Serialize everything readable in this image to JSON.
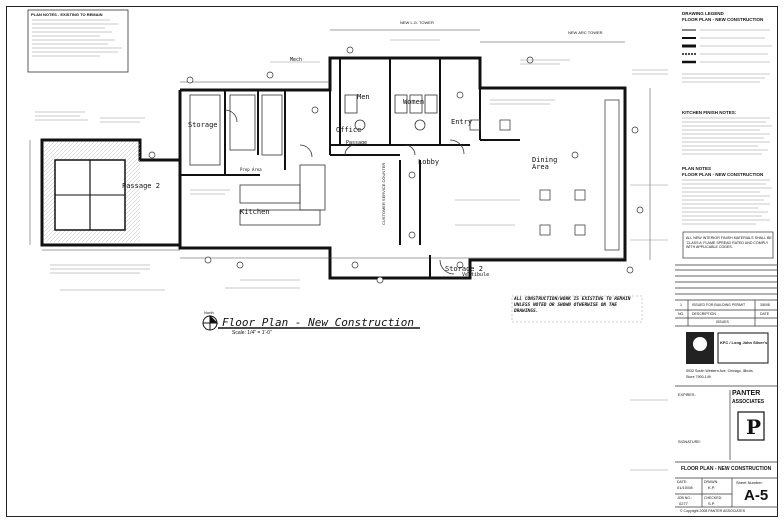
{
  "plan_notes": {
    "heading": "PLAN NOTES - EXISTING TO REMAIN"
  },
  "rooms": {
    "men": "Men",
    "women": "Women",
    "office": "Office",
    "passage_top": "Passage",
    "passage_2": "Passage 2",
    "storage": "Storage",
    "kitchen": "Kitchen",
    "lobby": "Lobby",
    "dining": "Dining",
    "dining_2": "Area",
    "entry": "Entry",
    "storage_2": "Storage 2",
    "vestibule": "Vestibule",
    "mech": "Mech",
    "prep_area": "Prep Area"
  },
  "labels": {
    "new_lg_tower": "NEW L.G. TOWER",
    "new_arc_tower": "NEW ARC TOWER",
    "customer_service_counter": "CUSTOMER SERVICE COUNTER",
    "north": "North"
  },
  "title": {
    "main": "Floor Plan - New Construction",
    "scale": "Scale: 1/4\" = 1'-0\""
  },
  "general_note": "ALL CONSTRUCTION/WORK IS EXISTING TO REMAIN UNLESS NOTED OR SHOWN OTHERWISE ON THE DRAWINGS.",
  "legend": {
    "heading_1": "DRAWING LEGEND",
    "heading_2": "FLOOR PLAN - NEW CONSTRUCTION"
  },
  "kitchen_notes_heading": "KITCHEN FINISH NOTES:",
  "plan_notes_2": {
    "heading_1": "PLAN NOTES",
    "heading_2": "FLOOR PLAN - NEW CONSTRUCTION"
  },
  "finish_note": "ALL NEW INTERIOR FINISH MATERIALS SHALL BE 'CLASS A' FLAME SPREAD RATED AND COMPLY WITH APPLICABLE CODES.",
  "revisions": {
    "issued_label": "ISSUED FOR BUILDING PERMIT",
    "issued_date": "3/8/08",
    "rev_no": "1",
    "col_no": "NO.",
    "col_description": "DESCRIPTION",
    "col_date": "DATE",
    "caption": "ISSUES"
  },
  "client": {
    "brand": "KFC / Long John Silver's",
    "address": "5932 South Western Ave, Chicago, Illinois",
    "store": "Store 7900-149"
  },
  "architect": {
    "name_1": "PANTER",
    "name_2": "ASSOCIATES",
    "expires_label": "EXPIRES:",
    "signature_label": "SIGNATURE:"
  },
  "sheet": {
    "title": "FLOOR PLAN - NEW CONSTRUCTION",
    "date_label": "DATE:",
    "date": "01/10/08",
    "drawn_label": "DRAWN:",
    "drawn": "K.P.",
    "job_label": "JOB NO.:",
    "job": "0277",
    "checked_label": "CHECKED:",
    "checked": "S.P.",
    "number_label": "Sheet Number:",
    "number": "A-5",
    "copyright": "© Copyright 2008 PANTER ASSOCIATES"
  }
}
